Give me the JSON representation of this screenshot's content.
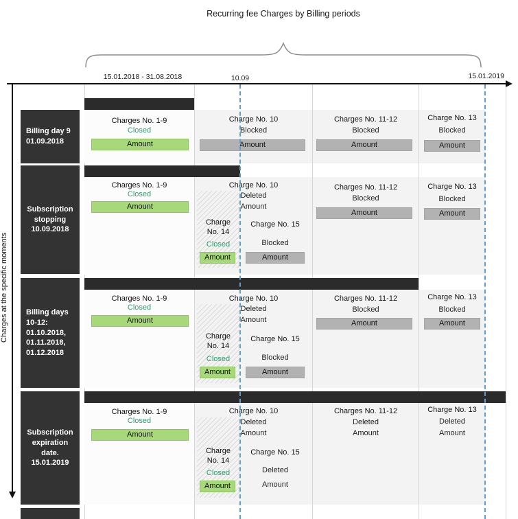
{
  "title": "Recurring fee Charges by Billing periods",
  "y_axis_label": "Charges at the specific moments",
  "timeline": {
    "period_range": "15.01.2018 - 31.08.2018",
    "stop_date": "10.09",
    "end_date": "15.01.2019"
  },
  "amount_label": "Amount",
  "colors": {
    "closed_text": "#2e9e6d",
    "closed_amount_bg": "#a7d97a",
    "blocked_amount_bg": "#b2b2b2",
    "dark_bar": "#2b2b2b",
    "timeline_dash": "#5b9fd4"
  },
  "rows": [
    {
      "label": "Billing day 9\n01.09.2018",
      "cards": {
        "c1_9": {
          "title": "Charges No. 1-9",
          "status": "Closed"
        },
        "c10": {
          "title": "Charge No. 10",
          "status": "Blocked"
        },
        "c11_12": {
          "title": "Charges No. 11-12",
          "status": "Blocked"
        },
        "c13": {
          "title": "Charge No. 13",
          "status": "Blocked"
        }
      }
    },
    {
      "label": "Subscription\nstopping\n10.09.2018",
      "cards": {
        "c1_9": {
          "title": "Charges No. 1-9",
          "status": "Closed"
        },
        "c10": {
          "title": "Charge No. 10",
          "status": "Deleted"
        },
        "c14": {
          "title": "Charge\nNo. 14",
          "status": "Closed"
        },
        "c15": {
          "title": "Charge No. 15",
          "status": "Blocked"
        },
        "c11_12": {
          "title": "Charges No. 11-12",
          "status": "Blocked"
        },
        "c13": {
          "title": "Charge No. 13",
          "status": "Blocked"
        }
      }
    },
    {
      "label": "Billing days\n10-12:\n01.10.2018,\n01.11.2018,\n01.12.2018",
      "cards": {
        "c1_9": {
          "title": "Charges No. 1-9",
          "status": "Closed"
        },
        "c10": {
          "title": "Charge No. 10",
          "status": "Deleted"
        },
        "c14": {
          "title": "Charge\nNo. 14",
          "status": "Closed"
        },
        "c15": {
          "title": "Charge No. 15",
          "status": "Blocked"
        },
        "c11_12": {
          "title": "Charges No. 11-12",
          "status": "Blocked"
        },
        "c13": {
          "title": "Charge No. 13",
          "status": "Blocked"
        }
      }
    },
    {
      "label": "Subscription\nexpiration\ndate.\n15.01.2019",
      "cards": {
        "c1_9": {
          "title": "Charges No. 1-9",
          "status": "Closed"
        },
        "c10": {
          "title": "Charge No. 10",
          "status": "Deleted"
        },
        "c14": {
          "title": "Charge\nNo. 14",
          "status": "Closed"
        },
        "c15": {
          "title": "Charge No. 15",
          "status": "Deleted"
        },
        "c11_12": {
          "title": "Charges No. 11-12",
          "status": "Deleted"
        },
        "c13": {
          "title": "Charge No. 13",
          "status": "Deleted"
        }
      }
    }
  ]
}
